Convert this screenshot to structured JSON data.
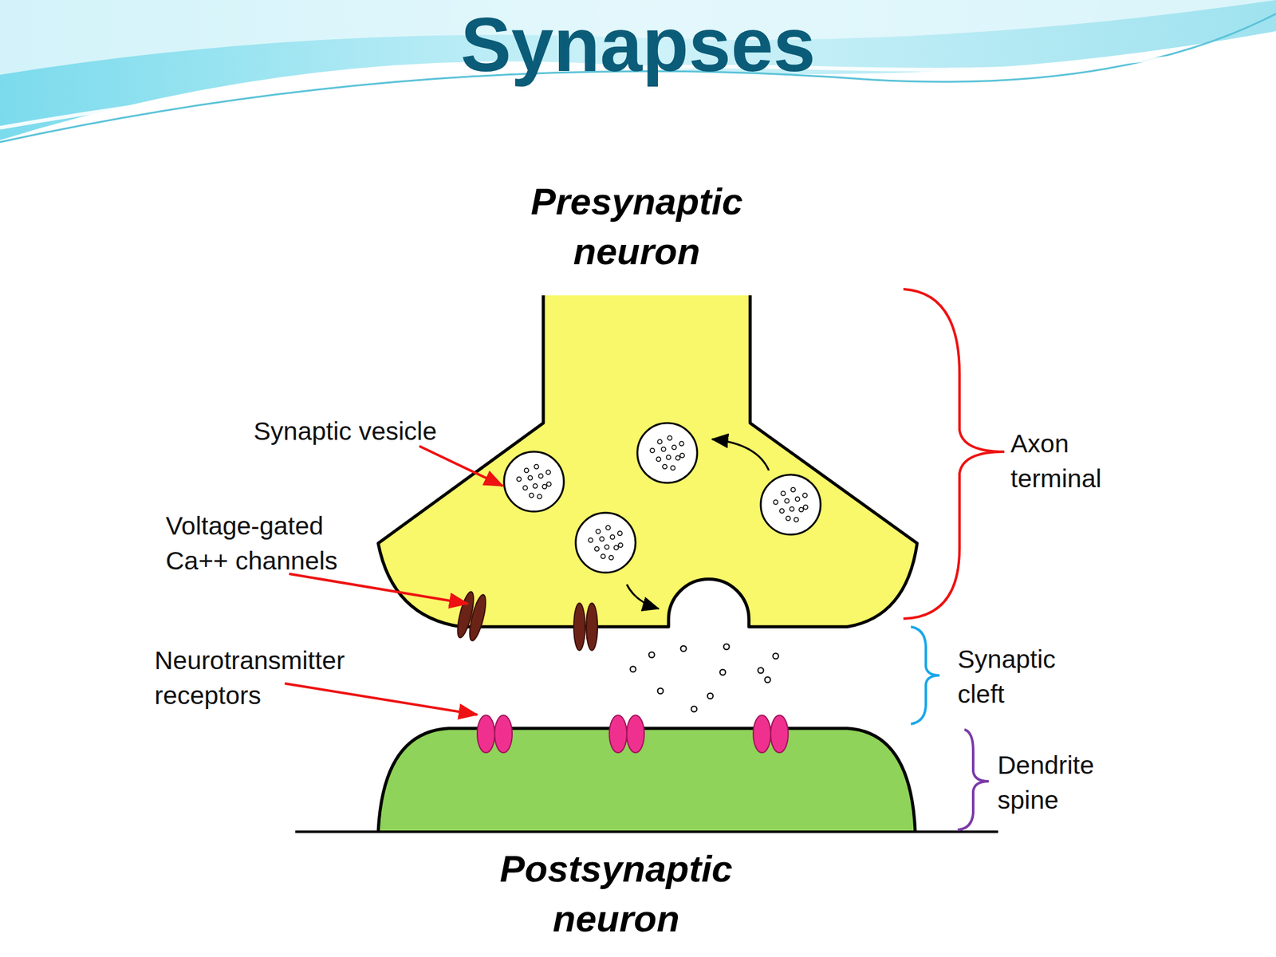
{
  "diagram": {
    "title": "Synapses",
    "nodes": [
      {
        "text": [
          "Presynaptic neuron"
        ]
      },
      {
        "text": [
          "Postsynaptic neuron"
        ]
      }
    ],
    "labels": [
      "Synaptic vesicle",
      "Voltage-gated Ca++ channels",
      "Neurotransmitter receptors",
      "Axon terminal",
      "Synaptic cleft",
      "Dendrite spine"
    ]
  }
}
